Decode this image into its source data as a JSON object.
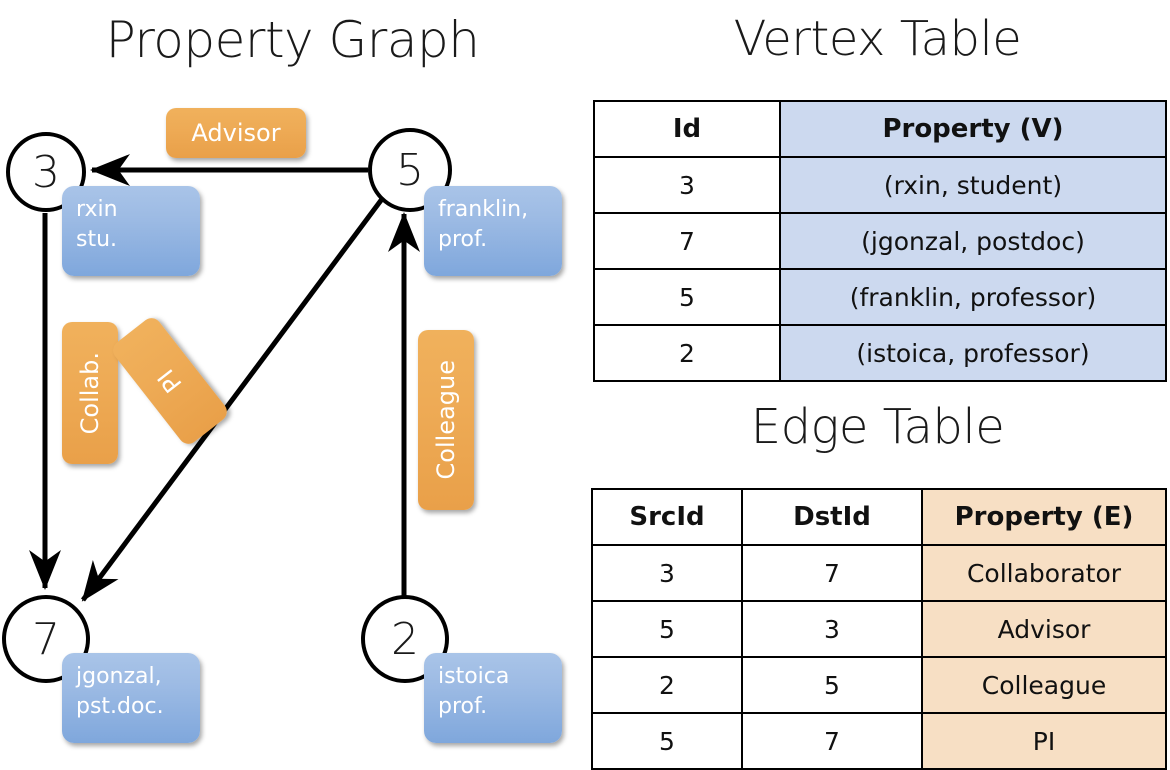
{
  "panels": {
    "graph_title": "Property Graph",
    "vertex_title": "Vertex Table",
    "edge_title": "Edge Table"
  },
  "graph": {
    "nodes": [
      {
        "id": "3",
        "property": "rxin\nstu."
      },
      {
        "id": "5",
        "property": "franklin,\nprof."
      },
      {
        "id": "7",
        "property": "jgonzal,\npst.doc."
      },
      {
        "id": "2",
        "property": "istoica\nprof."
      }
    ],
    "edge_labels": [
      {
        "name": "advisor",
        "text": "Advisor"
      },
      {
        "name": "collab",
        "text": "Collab."
      },
      {
        "name": "pi",
        "text": "PI"
      },
      {
        "name": "colleague",
        "text": "Colleague"
      }
    ]
  },
  "vertex_table": {
    "headers": [
      "Id",
      "Property (V)"
    ],
    "rows": [
      {
        "id": "3",
        "property": "(rxin, student)"
      },
      {
        "id": "7",
        "property": "(jgonzal, postdoc)"
      },
      {
        "id": "5",
        "property": "(franklin, professor)"
      },
      {
        "id": "2",
        "property": "(istoica, professor)"
      }
    ]
  },
  "edge_table": {
    "headers": [
      "SrcId",
      "DstId",
      "Property (E)"
    ],
    "rows": [
      {
        "src": "3",
        "dst": "7",
        "property": "Collaborator"
      },
      {
        "src": "5",
        "dst": "3",
        "property": "Advisor"
      },
      {
        "src": "2",
        "dst": "5",
        "property": "Colleague"
      },
      {
        "src": "5",
        "dst": "7",
        "property": "PI"
      }
    ]
  },
  "colors": {
    "vertex_prop_fill": "#ccd9ef",
    "edge_prop_fill": "#f7dfc4",
    "node_box_blue": "#8fb0e0",
    "edge_label_orange": "#eeab56",
    "stroke": "#000000"
  }
}
